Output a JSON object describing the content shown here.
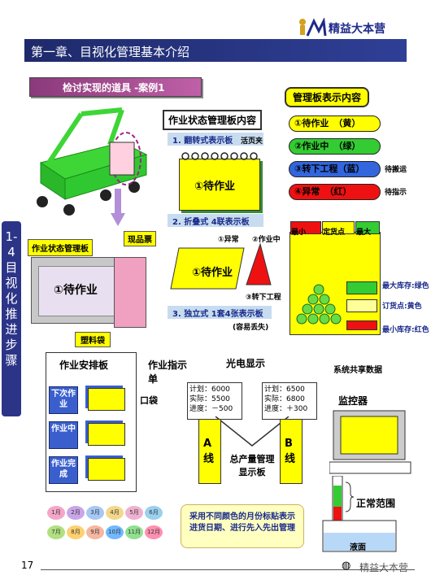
{
  "logo_text": "精益大本营",
  "header_title": "第一章、目视化管理基本介绍",
  "sidebar_title": "1-4 目视化推进步骤",
  "case_banner": "检讨实现的道具 -案例1",
  "cart_card": {
    "label": "作业状态管理板",
    "status": "①待作业",
    "tag1": "现品票",
    "tag2": "塑料袋"
  },
  "status_board": {
    "title": "作业状态管理板内容",
    "step1": "1. 翻转式表示板",
    "step1_note": "活页夹",
    "flip_label": "①待作业",
    "step2": "2. 折叠式  4联表示板",
    "fold_label": "①待作业",
    "fold_a": "①异常",
    "fold_b": "②作业中",
    "fold_c": "③转下工程",
    "step3": "3. 独立式  1套4张表示板",
    "step3_note": "(容易丢失)"
  },
  "legend": {
    "title": "管理板表示内容",
    "items": [
      {
        "label": "①待作业",
        "color_name": "（黄）",
        "color": "#ffff00",
        "note": ""
      },
      {
        "label": "②作业中",
        "color_name": "（绿）",
        "color": "#33cc33",
        "note": ""
      },
      {
        "label": "③转下工程（蓝）",
        "color_name": "",
        "color": "#3366dd",
        "note": "待搬运"
      },
      {
        "label": "④异常",
        "color_name": "（红）",
        "color": "#ee1111",
        "note": "待指示"
      }
    ]
  },
  "stock": {
    "min": "最小",
    "order": "定货点",
    "max": "最大",
    "max_note": "最大库存:绿色",
    "order_note": "订货点:黄色",
    "min_note": "最小库存:红色"
  },
  "schedule": {
    "title": "作业安排板",
    "callout": "作业指示单",
    "pocket": "口袋",
    "rows": [
      "下次作业",
      "作业中",
      "作业完成"
    ]
  },
  "production": {
    "title": "光电显示",
    "a": {
      "plan": "计划：6000",
      "actual": "实际：5500",
      "progress": "进度：－500"
    },
    "b": {
      "plan": "计划：6500",
      "actual": "实际：6800",
      "progress": "进度：＋300"
    },
    "line_a": "A线",
    "line_b": "B线",
    "board": "总产量管理显示板"
  },
  "system": {
    "title": "系统共享数据",
    "monitor": "监控器",
    "normal": "正常范围",
    "liquid": "液面"
  },
  "months": [
    "1月",
    "2月",
    "3月",
    "4月",
    "5月",
    "6月",
    "7月",
    "8月",
    "9月",
    "10月",
    "11月",
    "12月"
  ],
  "month_colors": [
    "#f4a6c8",
    "#c9a6e8",
    "#a6c8f4",
    "#f4d88a",
    "#f0b0d0",
    "#9ad0f0",
    "#b0e080",
    "#ffd070",
    "#f6b6a0",
    "#70b8ff",
    "#90e090",
    "#ff8fb0"
  ],
  "month_note": "采用不同颜色的月份标贴表示进货日期、进行先入先出管理",
  "page_number": "17",
  "watermark": "精益大本营"
}
